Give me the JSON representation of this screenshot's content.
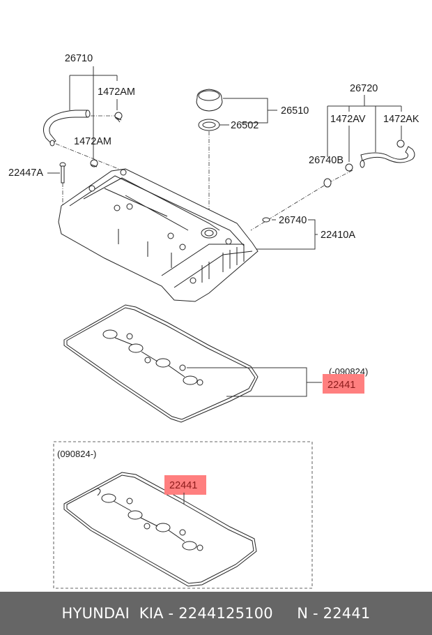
{
  "diagram": {
    "title": "Cylinder head cover assembly",
    "callouts": {
      "hose_left": "26710",
      "clamp_upper": "1472AM",
      "clamp_lower": "1472AM",
      "bolt": "22447A",
      "cap_assy": "26510",
      "cap_seal": "26502",
      "hose_right": "26720",
      "clamp_av": "1472AV",
      "clamp_ak": "1472AK",
      "valve_b": "26740B",
      "pcv_valve": "26740",
      "cover_assy": "22410A",
      "gasket_old": "22441",
      "gasket_new": "22441"
    },
    "date_ranges": {
      "old": "(-090824)",
      "new": "(090824-)"
    },
    "highlight_color": "#ff7f7f",
    "highlight_text_color": "#8b1a1a"
  },
  "footer": {
    "brand": "HYUNDAI  KIA",
    "part_number": "2244125100",
    "oem_ref": "N - 22441",
    "text": "HYUNDAI  KIA - 2244125100     N - 22441"
  }
}
